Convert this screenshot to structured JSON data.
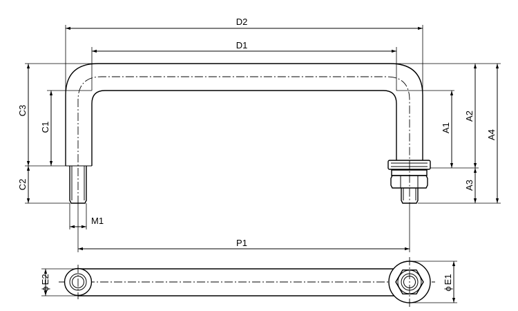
{
  "dimensions": {
    "D2": "D2",
    "D1": "D1",
    "C3": "C3",
    "C1": "C1",
    "C2": "C2",
    "A1": "A1",
    "A2": "A2",
    "A3": "A3",
    "A4": "A4",
    "M1": "M1",
    "P1": "P1",
    "E1": "E1",
    "E2": "E2"
  },
  "symbols": {
    "diameter": "ϕ"
  }
}
